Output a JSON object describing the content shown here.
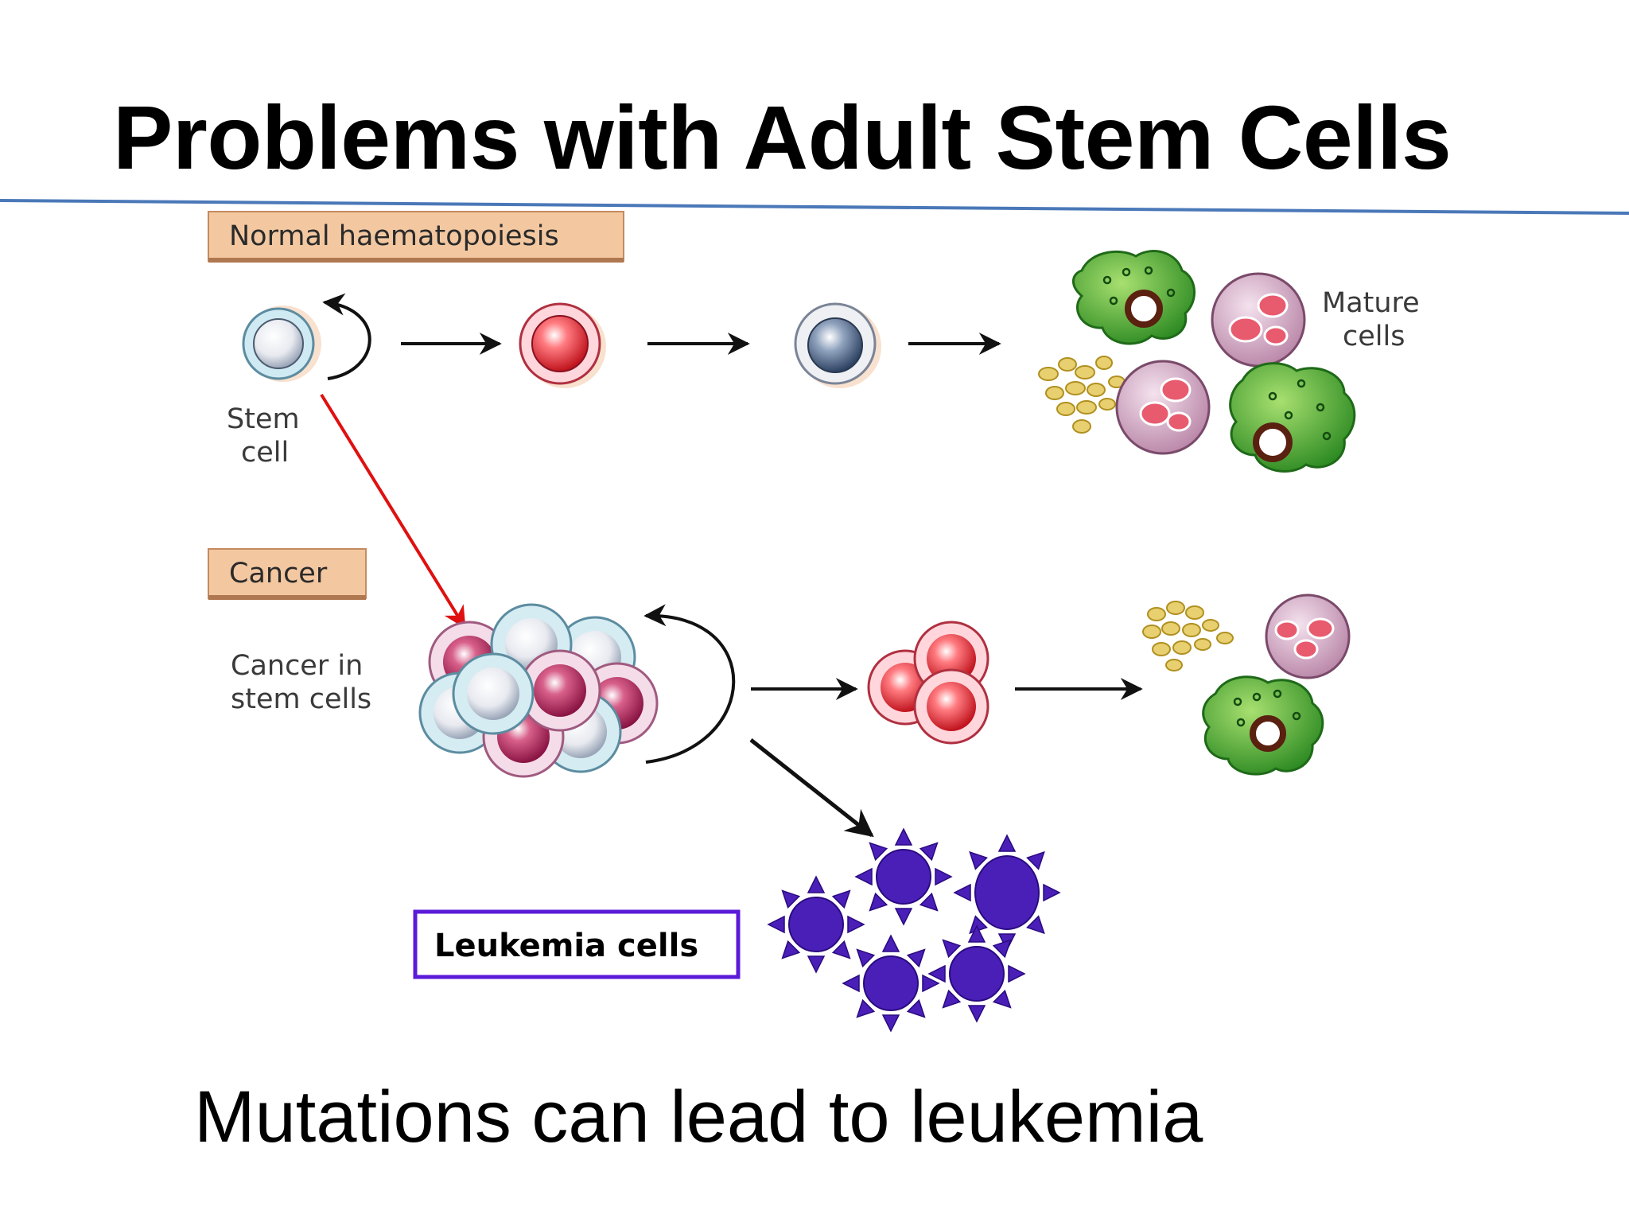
{
  "slide": {
    "title": "Problems with Adult Stem Cells",
    "caption": "Mutations can lead to leukemia"
  },
  "diagram": {
    "normal_tag": "Normal haematopoiesis",
    "stem_cell_label": [
      "Stem",
      "cell"
    ],
    "mature_cells_label": [
      "Mature",
      "cells"
    ],
    "cancer_tag": "Cancer",
    "cancer_stem_label": [
      "Cancer in",
      "stem cells"
    ],
    "leukemia_label": "Leukemia cells"
  },
  "colors": {
    "title_rule": "#4a78b8",
    "tag_fill": "#f3c8a1",
    "tag_border": "#c48a60",
    "red_arrow": "#e01010",
    "leukemia_purple": "#4a1fb8",
    "leukemia_box": "#5a1ad8",
    "green_cell": "#3ea82e",
    "red_cell": "#e03640",
    "pink_cell": "#c89ab8",
    "granule": "#e8d070"
  }
}
